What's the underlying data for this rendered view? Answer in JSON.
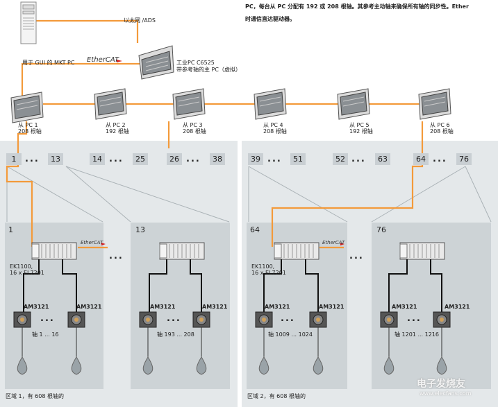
{
  "top_text": {
    "line1": "PC，每台从 PC 分配有 192 或 208 根轴。其参考主动轴来确保所有轴的同步性。Ether",
    "line2": "时通信直达驱动器。"
  },
  "labels": {
    "ethernet_ads": "以太网 /ADS",
    "gui_link": "用于 GUI 的 MKT PC",
    "ethercat": "EtherCAT",
    "master_pc_line1": "工业PC C6525",
    "master_pc_line2": "带参考轴的主 PC（虚拟）",
    "ek_line1": "EK1100,",
    "ek_line2": "16 x EL7201",
    "drive_model": "AM3121",
    "ellipsis": "..."
  },
  "slave_pcs": [
    {
      "name": "从 PC 1",
      "axes": "208 根轴"
    },
    {
      "name": "从 PC 2",
      "axes": "192 根轴"
    },
    {
      "name": "从 PC 3",
      "axes": "208 根轴"
    },
    {
      "name": "从 PC 4",
      "axes": "208 根轴"
    },
    {
      "name": "从 PC 5",
      "axes": "192 根轴"
    },
    {
      "name": "从 PC 6",
      "axes": "208 根轴"
    }
  ],
  "segment_numbers": [
    "1",
    "13",
    "14",
    "25",
    "26",
    "38",
    "39",
    "51",
    "52",
    "63",
    "64",
    "76"
  ],
  "zones": [
    {
      "caption": "区域 1，有 608 根轴的"
    },
    {
      "caption": "区域 2，有 608 根轴的"
    }
  ],
  "panels": [
    {
      "number": "1",
      "axis_range": "轴 1 ... 16"
    },
    {
      "number": "13",
      "axis_range": "轴 193 ... 208"
    },
    {
      "number": "64",
      "axis_range": "轴 1009 ... 1024"
    },
    {
      "number": "76",
      "axis_range": "轴 1201 ... 1216"
    }
  ],
  "watermark": {
    "line1": "电子发烧友",
    "line2": "www.elecfans.com"
  },
  "colors": {
    "link": "#f39a3a",
    "zone_bg": "#e4e8ea",
    "panel_bg": "#cdd3d6",
    "number_box": "#c9cfd3",
    "ethercat_red": "#d42020"
  }
}
